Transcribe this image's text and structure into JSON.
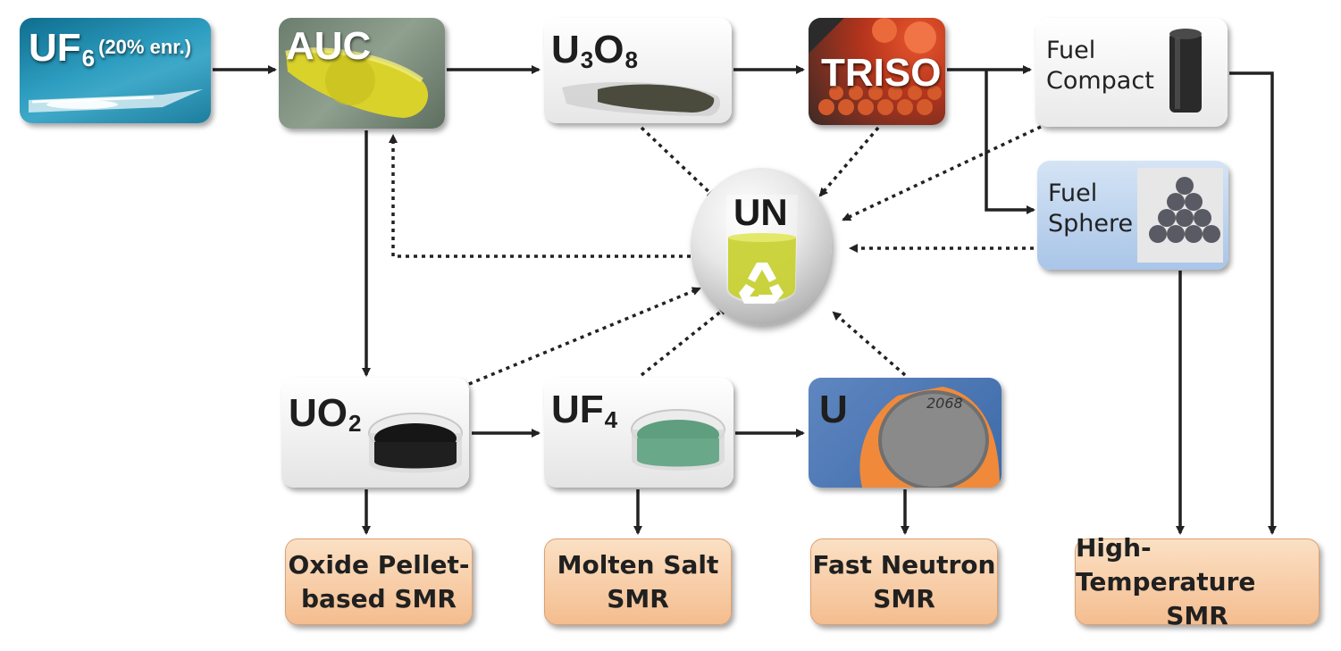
{
  "nodes": {
    "uf6": {
      "label": "UF",
      "sub": "6",
      "note": "(20% enr.)"
    },
    "auc": {
      "label": "AUC"
    },
    "u3o8": {
      "label1": "U",
      "sub1": "3",
      "label2": "O",
      "sub2": "8"
    },
    "triso": {
      "label": "TRISO"
    },
    "fuel_compact": {
      "line1": "Fuel",
      "line2": "Compact"
    },
    "fuel_sphere": {
      "line1": "Fuel",
      "line2": "Sphere"
    },
    "un": {
      "label": "UN"
    },
    "uo2": {
      "label": "UO",
      "sub": "2"
    },
    "uf4": {
      "label": "UF",
      "sub": "4"
    },
    "u": {
      "label": "U",
      "disk_text": "2068"
    }
  },
  "reactors": {
    "oxide": {
      "line1": "Oxide Pellet-",
      "line2": "based SMR"
    },
    "molten": {
      "line1": "Molten Salt",
      "line2": "SMR"
    },
    "fast": {
      "line1": "Fast Neutron",
      "line2": "SMR"
    },
    "high_temp": {
      "line1": "High-Temperature",
      "line2": "SMR"
    }
  },
  "icons": {
    "recycle": "recycle-icon"
  },
  "colors": {
    "arrow": "#222222",
    "reactor_fill": "#f7caa0",
    "sphere_box": "#bcd3ee",
    "uf6_box": "#2a8fae"
  }
}
